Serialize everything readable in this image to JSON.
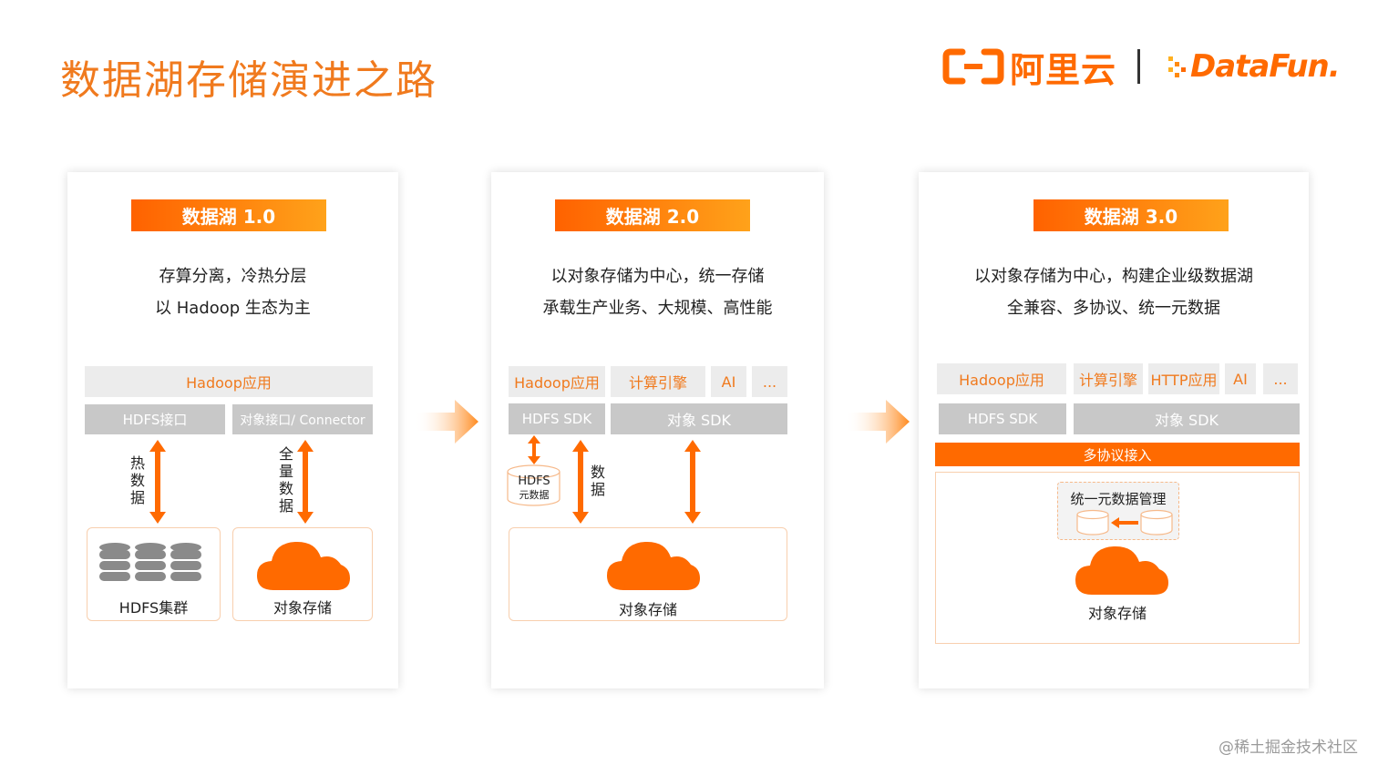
{
  "title": "数据湖存储演进之路",
  "logos": {
    "aliyun_text": "阿里云",
    "datafun_text": "DataFun."
  },
  "colors": {
    "accent": "#ff6a00",
    "title": "#f07a1e",
    "gray_box": "#c8c8c8",
    "light_box": "#ececec"
  },
  "panel1": {
    "badge": "数据湖 1.0",
    "desc_line1": "存算分离，冷热分层",
    "desc_line2": "以 Hadoop 生态为主",
    "app": "Hadoop应用",
    "iface_hdfs": "HDFS接口",
    "iface_obj": "对象接口/ Connector",
    "arrow_left_label": "热数据",
    "arrow_right_label": "全量数据",
    "storage_left": "HDFS集群",
    "storage_right": "对象存储",
    "icons": [
      "database-stack-icon",
      "cloud-icon"
    ]
  },
  "panel2": {
    "badge": "数据湖 2.0",
    "desc_line1": "以对象存储为中心，统一存储",
    "desc_line2": "承载生产业务、大规模、高性能",
    "apps": [
      "Hadoop应用",
      "计算引擎",
      "AI",
      "..."
    ],
    "sdk_hdfs": "HDFS SDK",
    "sdk_obj": "对象 SDK",
    "meta_line1": "HDFS",
    "meta_line2": "元数据",
    "arrow_label": "数据",
    "storage": "对象存储",
    "icons": [
      "cylinder-icon",
      "cloud-icon"
    ]
  },
  "panel3": {
    "badge": "数据湖 3.0",
    "desc_line1": "以对象存储为中心，构建企业级数据湖",
    "desc_line2": "全兼容、多协议、统一元数据",
    "apps": [
      "Hadoop应用",
      "计算引擎",
      "HTTP应用",
      "AI",
      "..."
    ],
    "sdk_hdfs": "HDFS SDK",
    "sdk_obj": "对象 SDK",
    "protocol": "多协议接入",
    "meta_mgmt": "统一元数据管理",
    "storage": "对象存储",
    "icons": [
      "cylinder-icon",
      "cloud-icon"
    ]
  },
  "watermark": "@稀土掘金技术社区"
}
